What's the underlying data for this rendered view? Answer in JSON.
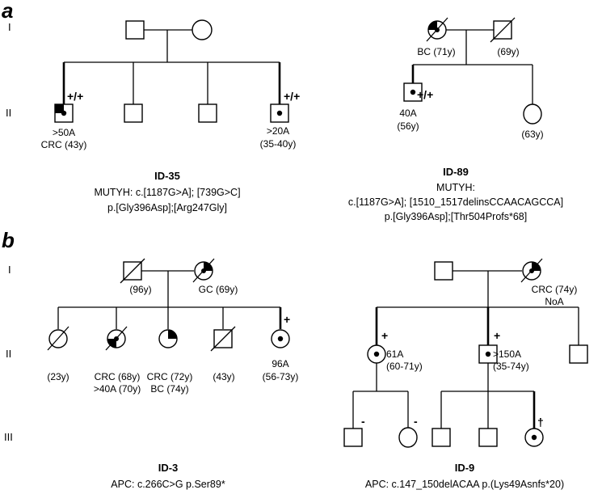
{
  "panels": {
    "a": "a",
    "b": "b"
  },
  "generations": {
    "I": "I",
    "II": "II",
    "III": "III"
  },
  "markers": {
    "hom": "+/+",
    "het": "+",
    "neg": "-",
    "dagger": "†"
  },
  "id35": {
    "title": "ID-35",
    "desc1": "MUTYH: c.[1187G>A]; [739G>C]",
    "desc2": "p.[Gly396Asp];[Arg247Gly]",
    "ii1": [
      "&gt;50A",
      "CRC (43y)"
    ],
    "ii4": [
      ">20A",
      "(35-40y)"
    ]
  },
  "id89": {
    "title": "ID-89",
    "desc1": "MUTYH:",
    "desc2": "c.[1187G>A]; [1510_1517delinsCCAACAGCCA]",
    "desc3": "p.[Gly396Asp];[Thr504Profs*68]",
    "i1": "BC (71y)",
    "i2": "(69y)",
    "ii1": [
      "40A",
      "(56y)"
    ],
    "ii2": "(63y)"
  },
  "id3": {
    "title": "ID-3",
    "desc": "APC: c.266C>G p.Ser89*",
    "i1": "(96y)",
    "i2": "GC (69y)",
    "ii1": "(23y)",
    "ii2": [
      "CRC (68y)",
      ">40A (70y)"
    ],
    "ii3": [
      "CRC (72y)",
      "BC (74y)"
    ],
    "ii4": "(43y)",
    "ii5": [
      "96A",
      "(56-73y)"
    ]
  },
  "id9": {
    "title": "ID-9",
    "desc": "APC: c.147_150delACAA p.(Lys49Asnfs*20)",
    "i2": [
      "CRC (74y)",
      "NoA"
    ],
    "ii1": [
      "61A",
      "(60-71y)"
    ],
    "ii2": [
      ">150A",
      "(35-74y)"
    ]
  }
}
